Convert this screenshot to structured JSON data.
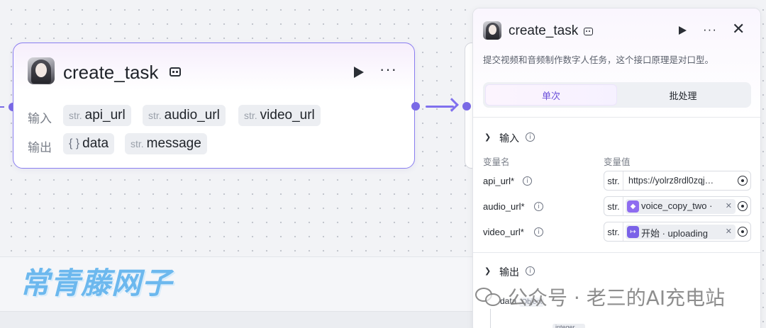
{
  "watermark": {
    "brand": "常青藤网子",
    "wechat": "公众号 · 老三的AI充电站"
  },
  "node": {
    "title": "create_task",
    "input_label": "输入",
    "output_label": "输出",
    "inputs": [
      {
        "type": "str.",
        "name": "api_url"
      },
      {
        "type": "str.",
        "name": "audio_url"
      },
      {
        "type": "str.",
        "name": "video_url"
      }
    ],
    "outputs": [
      {
        "type": "{ }",
        "name": "data"
      },
      {
        "type": "str.",
        "name": "message"
      }
    ]
  },
  "panel": {
    "title": "create_task",
    "description": "提交视频和音频制作数字人任务，这个接口原理是对口型。",
    "tabs": [
      {
        "label": "单次",
        "active": true
      },
      {
        "label": "批处理",
        "active": false
      }
    ],
    "input_section": {
      "title": "输入",
      "col_name": "变量名",
      "col_value": "变量值",
      "rows": [
        {
          "name": "api_url*",
          "type": "str.",
          "value": "https://yolrz8rdl0zqj…"
        },
        {
          "name": "audio_url*",
          "type": "str.",
          "ref": "voice_copy_two ·",
          "ref_icon": "plugin-icon"
        },
        {
          "name": "video_url*",
          "type": "str.",
          "ref": "开始 · uploading",
          "ref_icon": "start-node-icon"
        }
      ]
    },
    "output_section": {
      "title": "输出",
      "first_item": "data",
      "first_item_type": "Object",
      "sub_type": "integer"
    }
  },
  "colors": {
    "accent": "#7a6ae6",
    "watermark_blue": "#6cb8ee"
  }
}
